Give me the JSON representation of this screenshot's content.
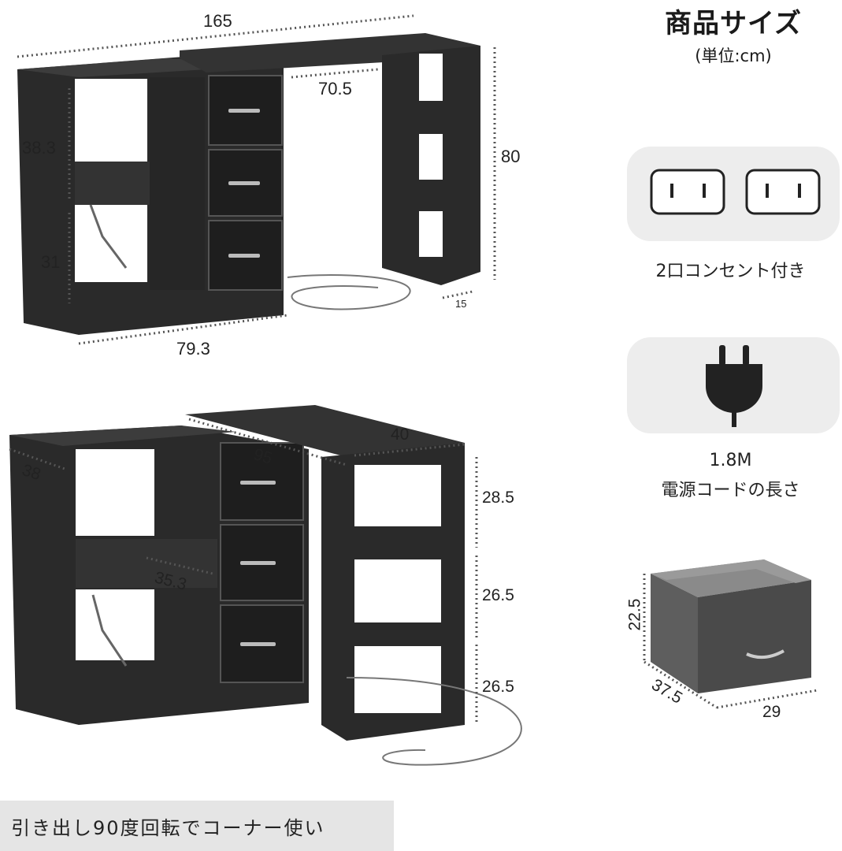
{
  "header": {
    "title": "商品サイズ",
    "unit": "(単位:cm)"
  },
  "features": [
    {
      "icon": "power-outlet-icon",
      "label": "2口コンセント付き"
    },
    {
      "icon": "power-plug-icon",
      "label_line1": "1.8M",
      "label_line2": "電源コードの長さ"
    }
  ],
  "top_dimensions": {
    "width_total": "165",
    "desk_opening": "70.5",
    "height": "80",
    "shelf_upper": "38.3",
    "shelf_lower": "31",
    "base_width": "79.3",
    "side_depth": "15"
  },
  "bottom_dimensions": {
    "depth_left": "38",
    "top_length": "95",
    "side_top": "40",
    "slide_shelf": "35.3",
    "tier_1": "28.5",
    "tier_2": "26.5",
    "tier_3": "26.5"
  },
  "drawer_dimensions": {
    "height": "22.5",
    "depth": "37.5",
    "width": "29"
  },
  "banner": {
    "text": "引き出し90度回転でコーナー使い"
  },
  "colors": {
    "furniture": "#2b2b2b",
    "card_bg": "#ededed",
    "banner_bg": "#e5e5e5",
    "drawer_gray": "#6b6b6b"
  }
}
